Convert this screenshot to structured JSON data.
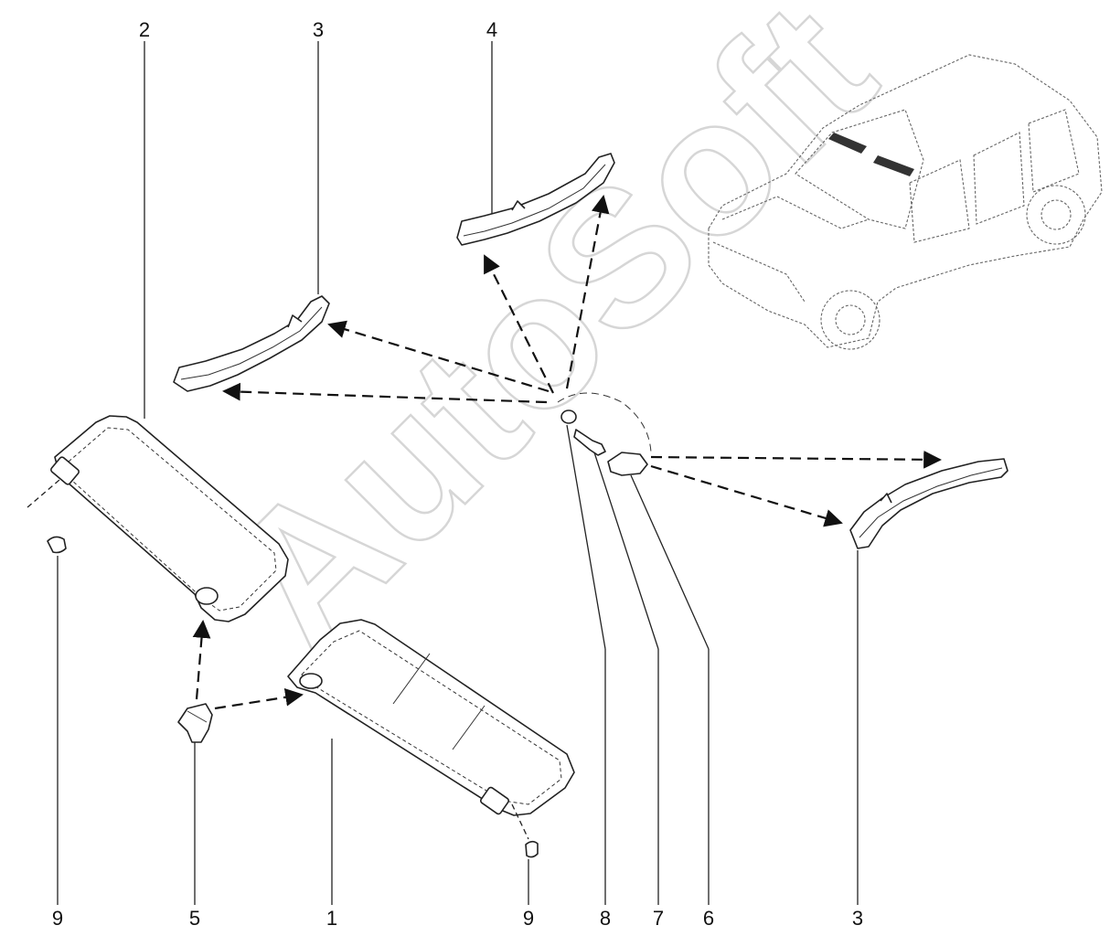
{
  "diagram": {
    "watermark_text": "AutoSoft",
    "callouts": [
      {
        "id": "c1",
        "label": "1"
      },
      {
        "id": "c2",
        "label": "2"
      },
      {
        "id": "c3a",
        "label": "3"
      },
      {
        "id": "c3b",
        "label": "3"
      },
      {
        "id": "c4",
        "label": "4"
      },
      {
        "id": "c5",
        "label": "5"
      },
      {
        "id": "c6",
        "label": "6"
      },
      {
        "id": "c7",
        "label": "7"
      },
      {
        "id": "c8",
        "label": "8"
      },
      {
        "id": "c9a",
        "label": "9"
      },
      {
        "id": "c9b",
        "label": "9"
      }
    ]
  }
}
